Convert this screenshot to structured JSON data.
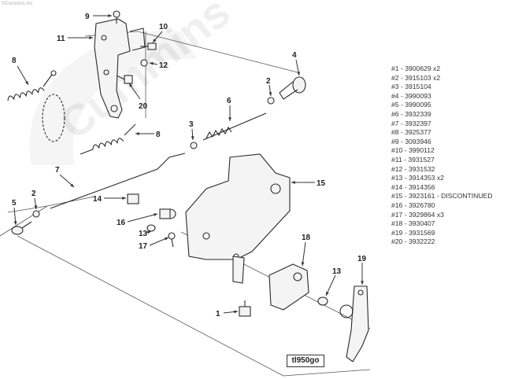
{
  "copyright": "©Cummins Inc",
  "watermark": "Cummins",
  "reference_code": "tl950go",
  "callouts": [
    "1",
    "2",
    "3",
    "4",
    "5",
    "6",
    "7",
    "8",
    "9",
    "10",
    "11",
    "12",
    "13",
    "14",
    "15",
    "16",
    "17",
    "18",
    "19",
    "20"
  ],
  "parts_list": [
    "#1 - 3900629 x2",
    "#2 - 3915103 x2",
    "#3 - 3915104",
    "#4 - 3990093",
    "#5 - 3990095",
    "#6 - 3932339",
    "#7 - 3932397",
    "#8 - 3925377",
    "#9 - 3093946",
    "#10 - 3990112",
    "#11 - 3931527",
    "#12 - 3931532",
    "#13 - 3914353 x2",
    "#14 - 3914356",
    "#15 - 3923161 - DISCONTINUED",
    "#16 - 3926780",
    "#17 - 3929864 x3",
    "#18 - 3930407",
    "#19 - 3931569",
    "#20 - 3932222"
  ]
}
